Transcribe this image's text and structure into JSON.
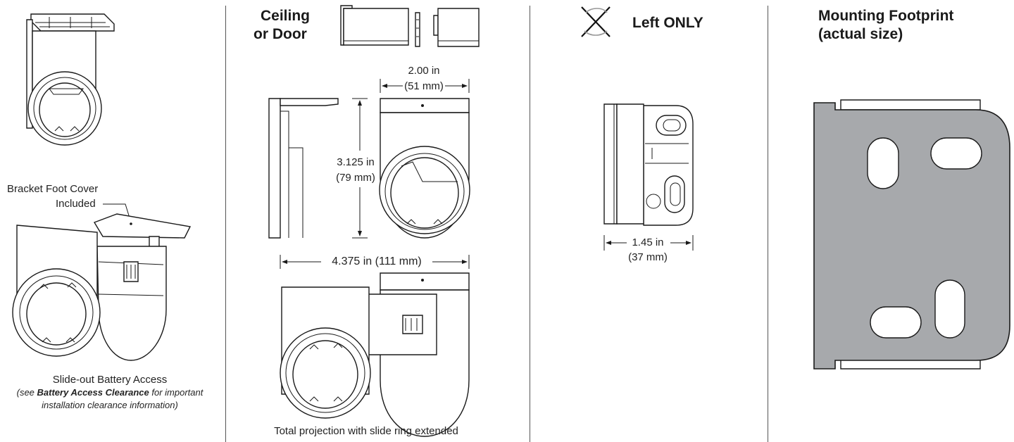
{
  "panel1": {
    "callout_line1": "Bracket Foot Cover",
    "callout_line2": "Included",
    "caption_title": "Slide-out Battery Access",
    "caption_note_pre": "(see ",
    "caption_note_bold": "Battery Access Clearance",
    "caption_note_post": " for important",
    "caption_note_line2": "installation clearance information)"
  },
  "panel2": {
    "heading_line1": "Ceiling",
    "heading_line2": "or Door",
    "width_dim_in": "2.00 in",
    "width_dim_mm": "(51 mm)",
    "height_dim_in": "3.125 in",
    "height_dim_mm": "(79 mm)",
    "projection_dim": "4.375 in (111 mm)",
    "footer": "Total projection with slide ring extended"
  },
  "panel3": {
    "heading": "Left ONLY",
    "depth_dim_in": "1.45 in",
    "depth_dim_mm": "(37 mm)"
  },
  "panel4": {
    "heading_line1": "Mounting Footprint",
    "heading_line2": "(actual size)",
    "footprint_fill": "#a7a9ac"
  }
}
